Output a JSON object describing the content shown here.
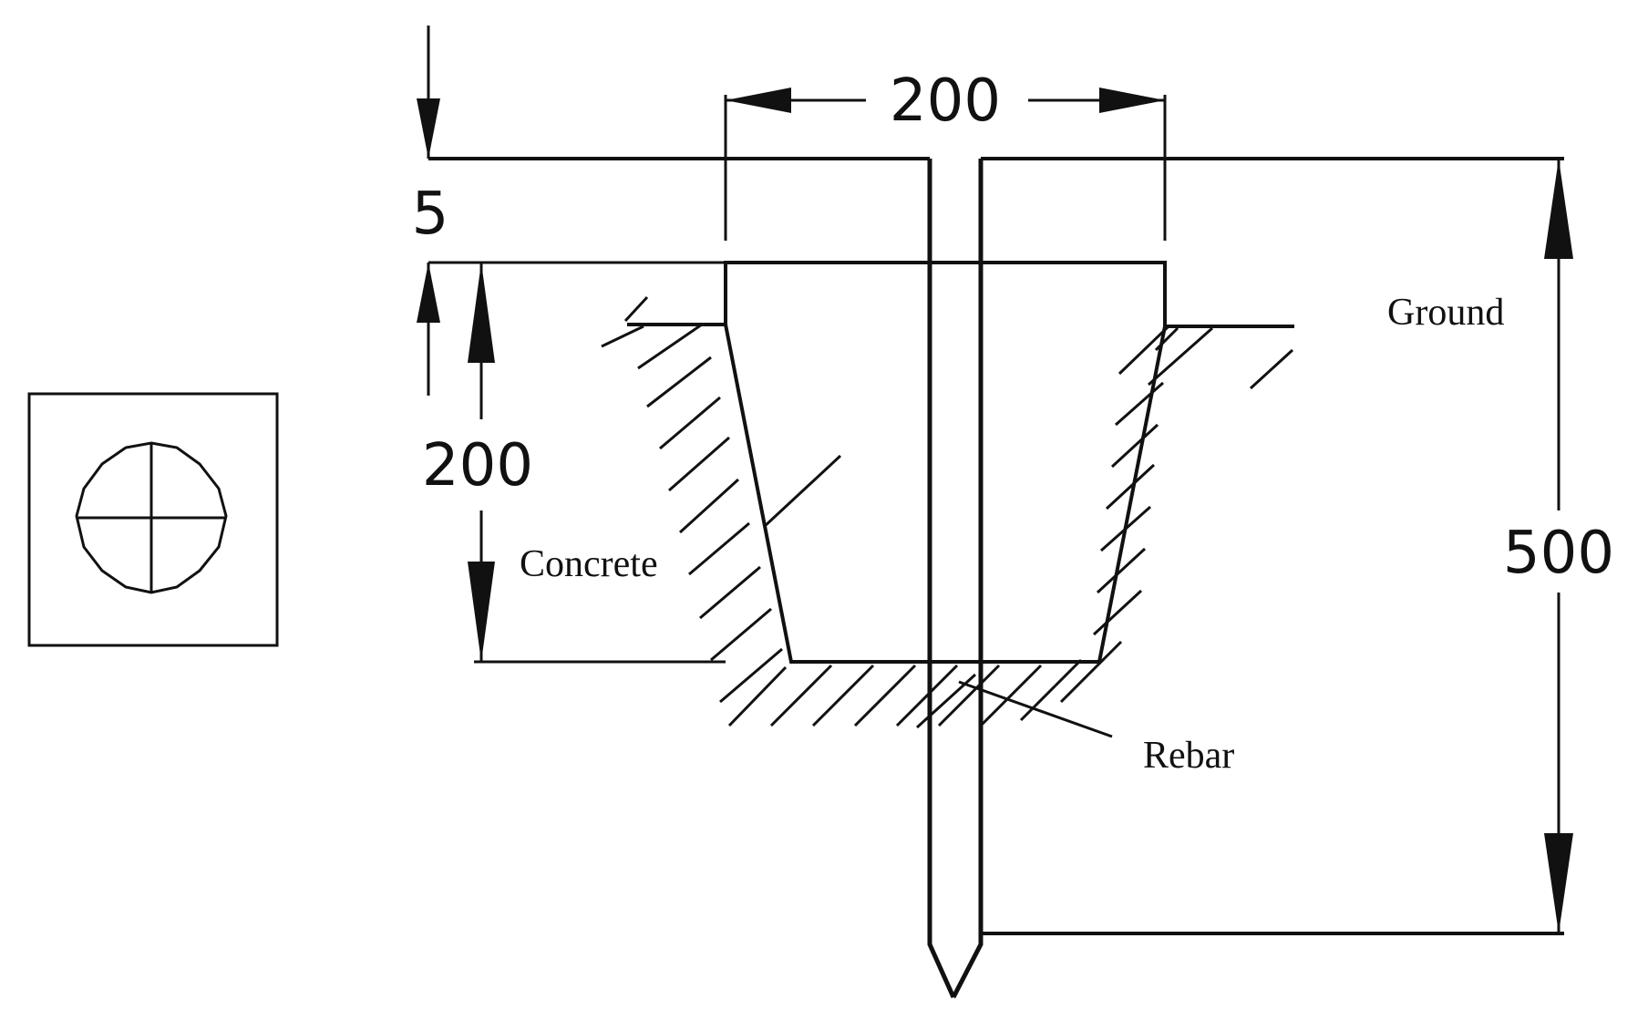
{
  "dimensions": {
    "top_width": "200",
    "cover_depth": "5",
    "concrete_depth": "200",
    "rebar_length": "500"
  },
  "labels": {
    "ground": "Ground",
    "concrete": "Concrete",
    "rebar": "Rebar"
  },
  "colors": {
    "line": "#111111",
    "background": "#ffffff"
  }
}
